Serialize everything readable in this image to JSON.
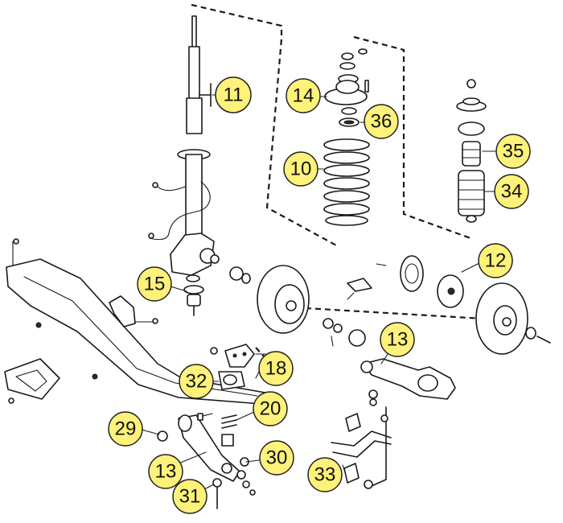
{
  "callouts": [
    {
      "id": "c11",
      "label": "11",
      "target": "strut-shock-absorber"
    },
    {
      "id": "c14",
      "label": "14",
      "target": "strut-top-mount"
    },
    {
      "id": "c36",
      "label": "36",
      "target": "strut-bearing"
    },
    {
      "id": "c10",
      "label": "10",
      "target": "coil-spring"
    },
    {
      "id": "c35",
      "label": "35",
      "target": "bump-stop"
    },
    {
      "id": "c34",
      "label": "34",
      "target": "dust-boot"
    },
    {
      "id": "c12",
      "label": "12",
      "target": "wheel-hub"
    },
    {
      "id": "c15",
      "label": "15",
      "target": "ball-joint"
    },
    {
      "id": "c13a",
      "label": "13",
      "target": "control-arm-right"
    },
    {
      "id": "c18",
      "label": "18",
      "target": "arm-bracket"
    },
    {
      "id": "c32",
      "label": "32",
      "target": "bushing-clamp"
    },
    {
      "id": "c20",
      "label": "20",
      "target": "bushing-spring"
    },
    {
      "id": "c29",
      "label": "29",
      "target": "pivot-nut"
    },
    {
      "id": "c30",
      "label": "30",
      "target": "washer"
    },
    {
      "id": "c13b",
      "label": "13",
      "target": "control-arm-left"
    },
    {
      "id": "c33",
      "label": "33",
      "target": "stabilizer-bar"
    },
    {
      "id": "c31",
      "label": "31",
      "target": "lower-bolt"
    }
  ],
  "colors": {
    "badge_fill": "#fff27a",
    "line": "#1a1a1a",
    "background": "#ffffff"
  }
}
